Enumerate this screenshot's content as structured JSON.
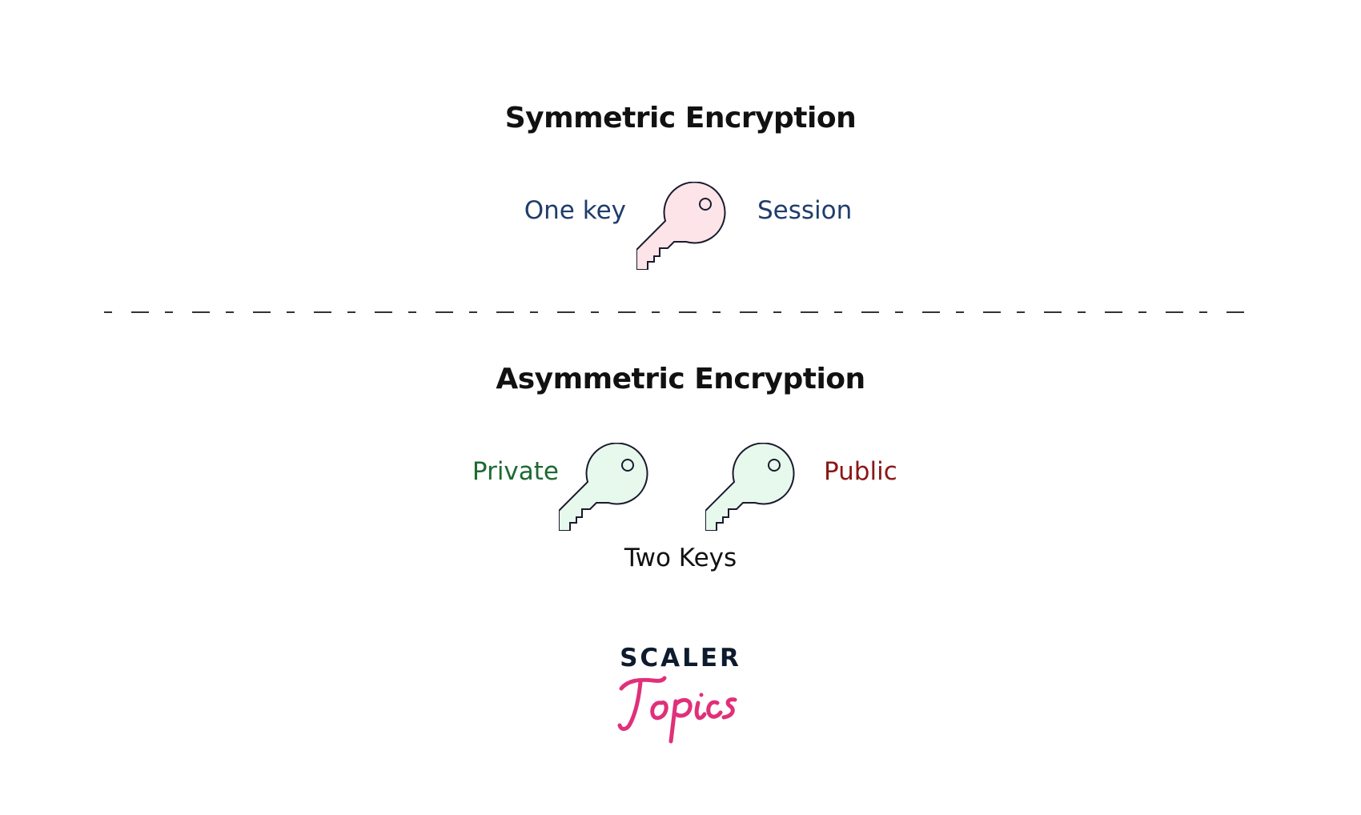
{
  "symmetric": {
    "title": "Symmetric Encryption",
    "left_label": "One key",
    "right_label": "Session"
  },
  "asymmetric": {
    "title": "Asymmetric Encryption",
    "left_label": "Private",
    "right_label": "Public",
    "caption": "Two Keys"
  },
  "logo": {
    "line1": "SCALER",
    "line2": "Topics"
  },
  "colors": {
    "symmetric_label": "#1f3d6b",
    "symmetric_key_fill": "#fde4e8",
    "asymmetric_key_fill": "#e6f9ec",
    "private_label": "#1e6a33",
    "public_label": "#8c1616",
    "logo_pink": "#e0307a",
    "logo_navy": "#0d1b2e",
    "key_outline": "#1a1a2e"
  },
  "icons": {
    "symmetric_key": "key-icon",
    "private_key": "key-icon",
    "public_key": "key-icon"
  }
}
